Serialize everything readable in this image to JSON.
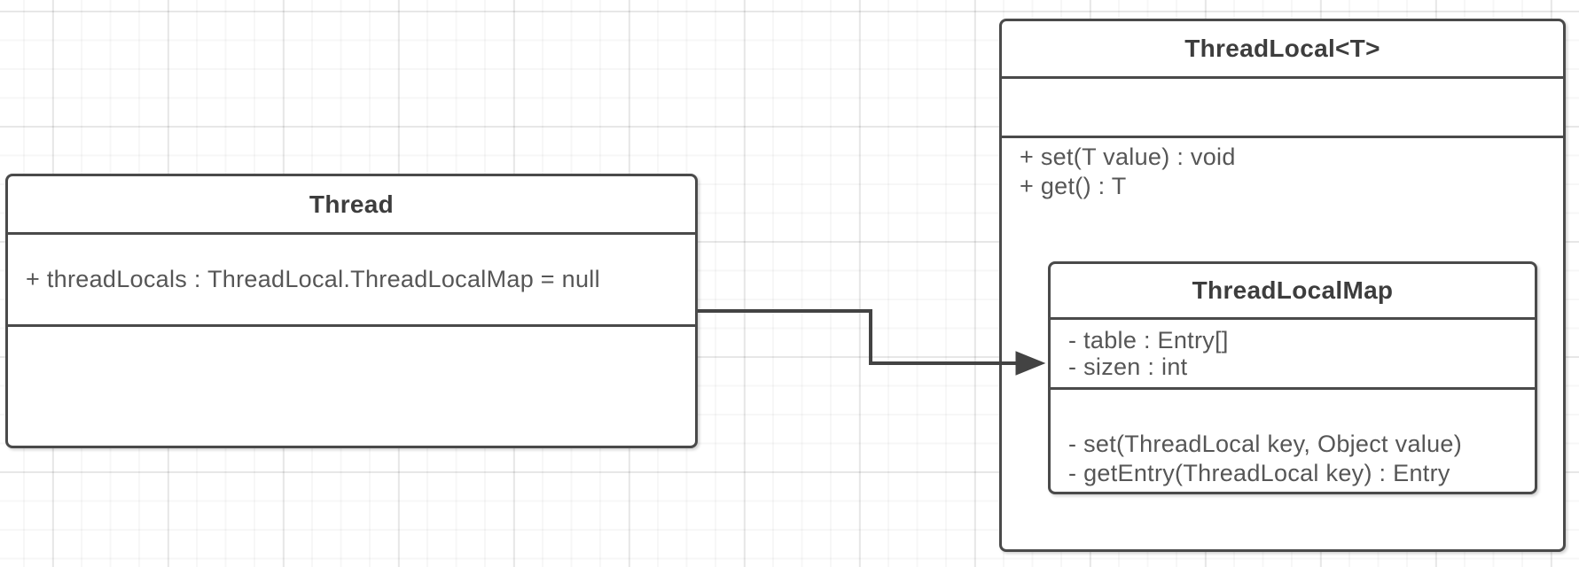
{
  "diagram_type": "uml-class-diagram",
  "classes": [
    {
      "name": "Thread",
      "attributes": [
        "+ threadLocals : ThreadLocal.ThreadLocalMap = null"
      ],
      "methods": []
    },
    {
      "name": "ThreadLocal<T>",
      "attributes": [],
      "methods": [
        "+ set(T value) : void",
        "+ get() : T"
      ]
    },
    {
      "name": "ThreadLocalMap",
      "attributes": [
        "- table : Entry[]",
        "- sizen : int"
      ],
      "methods": [
        "- set(ThreadLocal key, Object value)",
        "- getEntry(ThreadLocal key) :  Entry"
      ]
    }
  ],
  "relationships": [
    {
      "from": "Thread",
      "to": "ThreadLocalMap",
      "type": "directed-association",
      "style": "orthogonal-elbow",
      "arrowhead": "filled-triangle"
    }
  ],
  "colors": {
    "background": "#ffffff",
    "grid_minor": "#f4f4f4",
    "grid_major": "#ebebeb",
    "box_border": "#4a4a4a",
    "title_text": "#3d3d3d",
    "member_text": "#565656",
    "arrow": "#434343"
  }
}
